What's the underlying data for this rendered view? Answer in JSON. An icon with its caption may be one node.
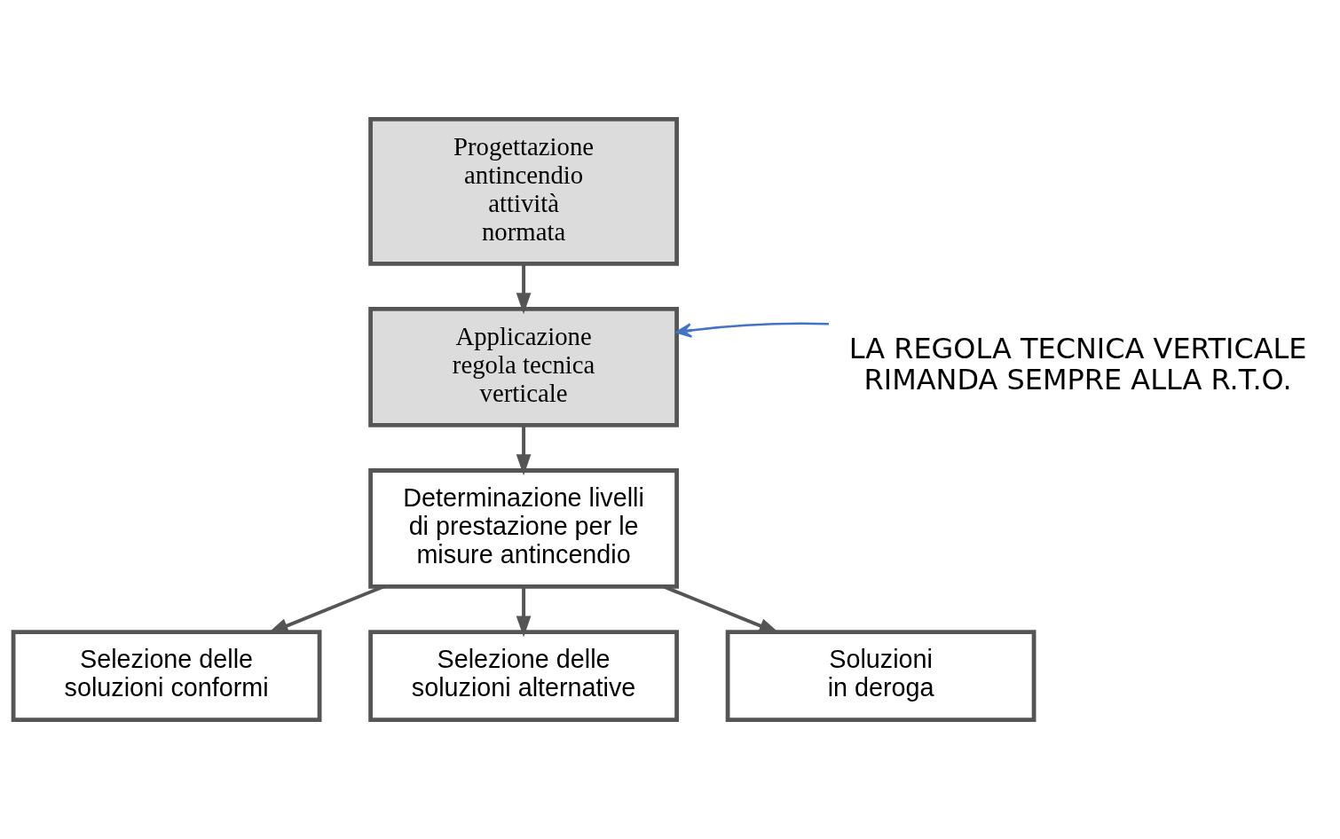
{
  "diagram": {
    "nodes": [
      {
        "text": [
          "Progettazione antincendio attività normata"
        ]
      },
      {
        "text": [
          "Applicazione regola tecnica verticale"
        ]
      },
      {
        "text": [
          "Determinazione livelli di prestazione per le misure antincendio"
        ]
      },
      {
        "text": [
          "Selezione delle soluzioni conformi"
        ]
      },
      {
        "text": [
          "Selezione delle soluzioni alternative"
        ]
      },
      {
        "text": [
          "Soluzioni in deroga"
        ]
      },
      {
        "text": [
          "LA REGOLA TECNICA VERTICALE RIMANDA SEMPRE ALLA R.T.O."
        ]
      }
    ],
    "edges": [
      {
        "from": 0,
        "to": 1,
        "arrow": "to"
      },
      {
        "from": 1,
        "to": 2,
        "arrow": "to"
      },
      {
        "from": 2,
        "to": 3,
        "arrow": "to"
      },
      {
        "from": 2,
        "to": 4,
        "arrow": "to"
      },
      {
        "from": 2,
        "to": 5,
        "arrow": "to"
      },
      {
        "from": 6,
        "to": 1,
        "arrow": "to",
        "color": "#4472c4"
      }
    ]
  }
}
